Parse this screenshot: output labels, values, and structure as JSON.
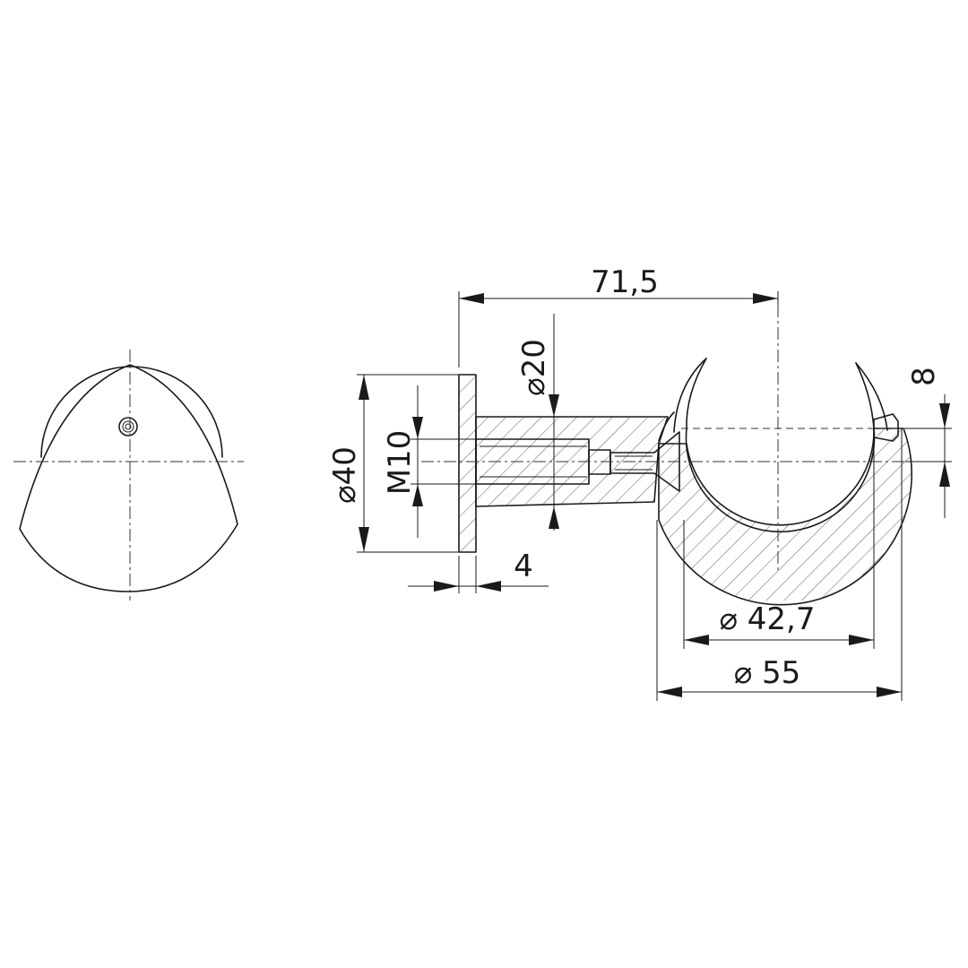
{
  "dimensions": {
    "overall_length": "71,5",
    "shaft_diameter": "20",
    "base_diameter": "40",
    "thread": "M10",
    "base_thickness": "4",
    "inner_diameter": "42,7",
    "outer_diameter": "55",
    "screw_offset": "8"
  },
  "symbols": {
    "diameter": "diameter-symbol"
  },
  "colors": {
    "line": "#1a1a1a",
    "background": "#ffffff"
  }
}
